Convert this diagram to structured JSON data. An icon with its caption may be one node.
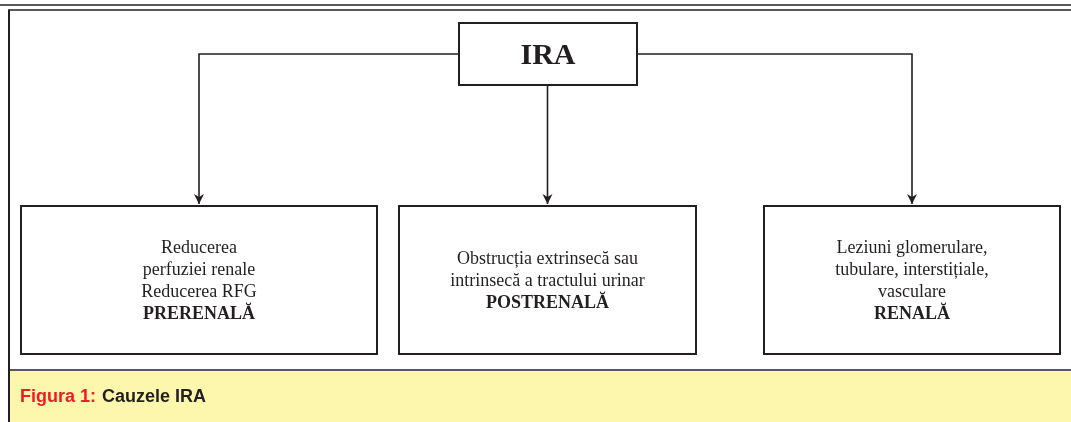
{
  "diagram": {
    "caption": "Cauzele IRA",
    "nodes": [
      {
        "text": [
          "IRA"
        ]
      },
      {
        "text": [
          "Reducerea perfuziei renale Reducerea RFG",
          "PRERENALĂ"
        ]
      },
      {
        "text": [
          "Obstrucția extrinsecă sau intrinsecă a tractului urinar",
          "POSTRENALĂ"
        ]
      },
      {
        "text": [
          "Leziuni glomerulare, tubulare, interstițiale, vasculare",
          "RENALĂ"
        ]
      }
    ],
    "edges": [
      {
        "from": 0,
        "to": 1,
        "arrow": "to"
      },
      {
        "from": 0,
        "to": 2,
        "arrow": "to"
      },
      {
        "from": 0,
        "to": 3,
        "arrow": "to"
      }
    ],
    "labels": [
      "Figura 1:"
    ]
  }
}
